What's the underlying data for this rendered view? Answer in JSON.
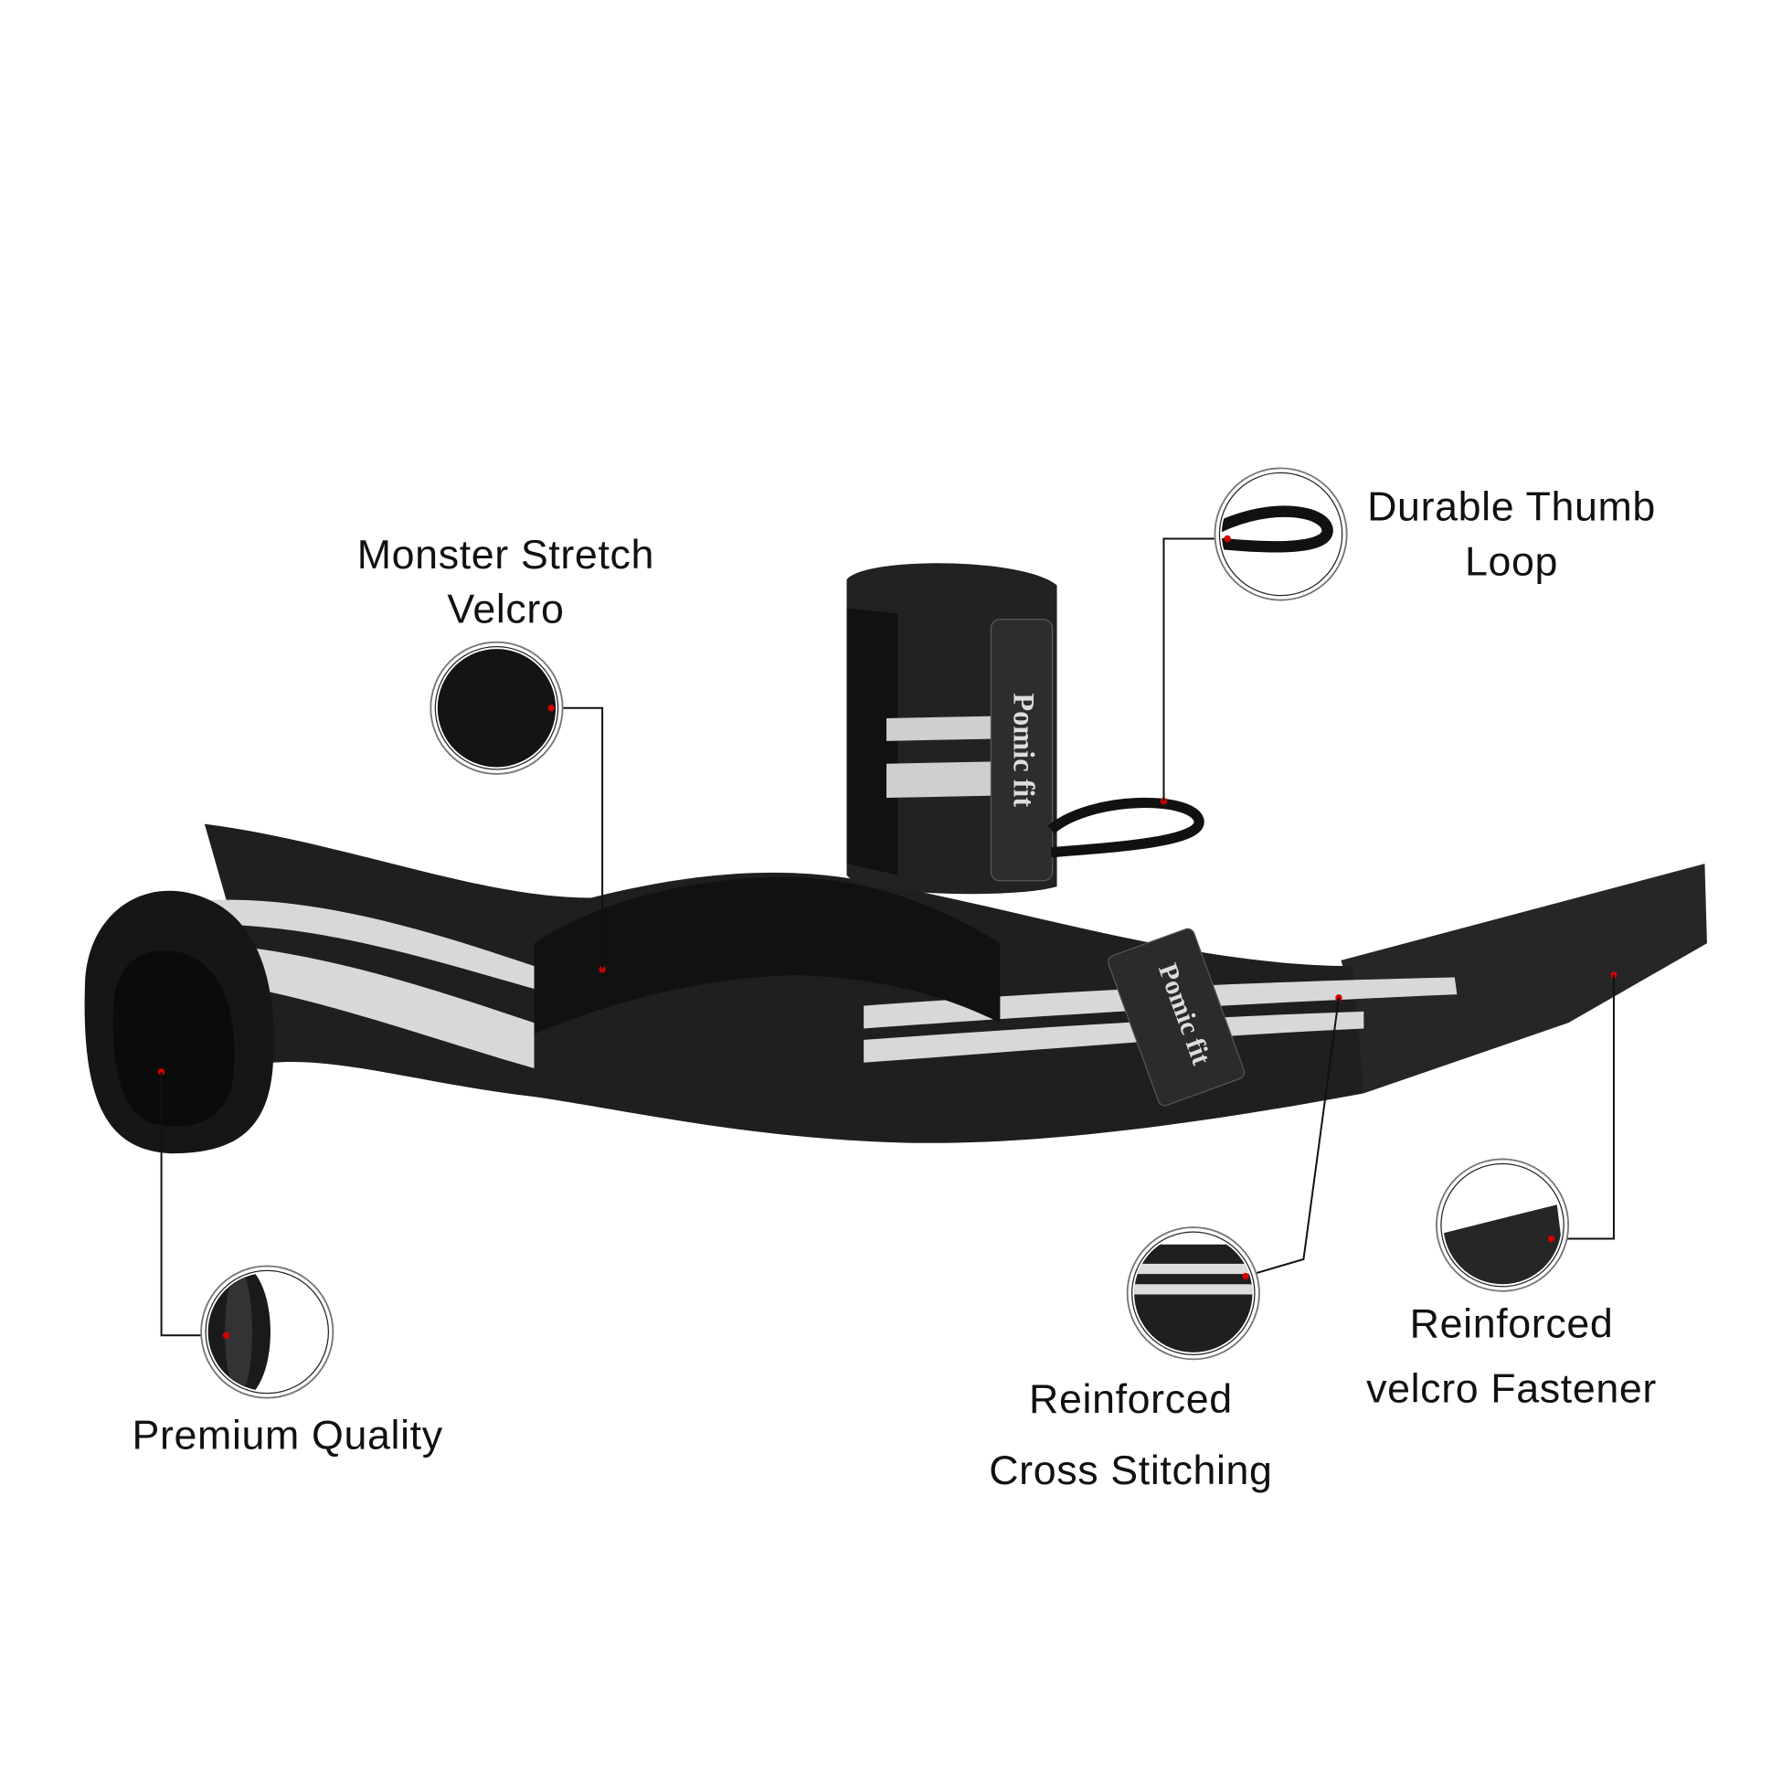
{
  "brand": "Pomic fit",
  "callouts": [
    {
      "id": "monster-stretch-velcro",
      "lines": [
        "Monster Stretch",
        "Velcro"
      ]
    },
    {
      "id": "durable-thumb-loop",
      "lines": [
        "Durable Thumb",
        "Loop"
      ]
    },
    {
      "id": "premium-quality",
      "lines": [
        "Premium Quality"
      ]
    },
    {
      "id": "reinforced-cross-stitching",
      "lines": [
        "Reinforced",
        "Cross Stitching"
      ]
    },
    {
      "id": "reinforced-velcro-fastener",
      "lines": [
        "Reinforced",
        "velcro Fastener"
      ]
    }
  ],
  "colors": {
    "strap": "#1e1e1e",
    "stripe": "#d8d8d8",
    "marker": "#d00000"
  }
}
